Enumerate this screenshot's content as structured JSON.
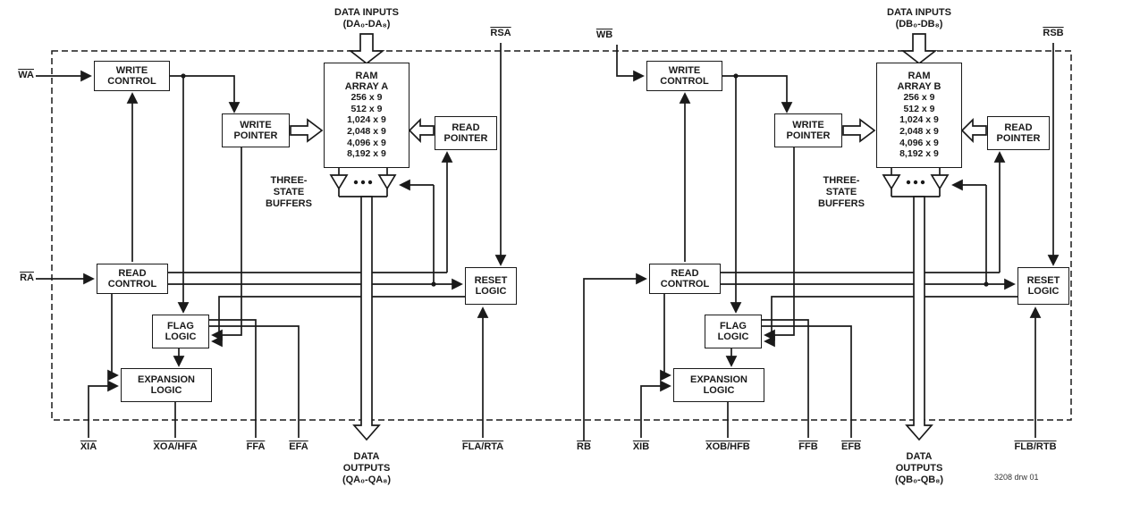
{
  "drawing_number": "3208 drw 01",
  "colors": {
    "ink": "#1a1a1a",
    "background": "#ffffff"
  },
  "halves": [
    {
      "suffix": "A",
      "signals": {
        "write": "WA",
        "read": "RA",
        "reset": "RSA",
        "expansion_in": "XIA",
        "expansion_out": "XOA/HFA",
        "full_flag": "FFA",
        "empty_flag": "EFA",
        "flag_retransmit": "FLA/RTA"
      },
      "data_inputs": [
        "DATA INPUTS",
        "(DA₀-DA₈)"
      ],
      "data_outputs": [
        "DATA",
        "OUTPUTS",
        "(QA₀-QA₈)"
      ],
      "blocks": {
        "write_control": [
          "WRITE",
          "CONTROL"
        ],
        "write_pointer": [
          "WRITE",
          "POINTER"
        ],
        "read_pointer": [
          "READ",
          "POINTER"
        ],
        "read_control": [
          "READ",
          "CONTROL"
        ],
        "reset_logic": [
          "RESET",
          "LOGIC"
        ],
        "flag_logic": [
          "FLAG",
          "LOGIC"
        ],
        "expansion_logic": [
          "EXPANSION",
          "LOGIC"
        ],
        "three_state_buffers": [
          "THREE-",
          "STATE",
          "BUFFERS"
        ],
        "ram": {
          "title": [
            "RAM",
            "ARRAY A"
          ],
          "sizes": [
            "256 x 9",
            "512 x 9",
            "1,024 x 9",
            "2,048 x 9",
            "4,096 x 9",
            "8,192 x 9"
          ]
        }
      }
    },
    {
      "suffix": "B",
      "signals": {
        "write": "WB",
        "read": "RB",
        "reset": "RSB",
        "expansion_in": "XIB",
        "expansion_out": "XOB/HFB",
        "full_flag": "FFB",
        "empty_flag": "EFB",
        "flag_retransmit": "FLB/RTB"
      },
      "data_inputs": [
        "DATA INPUTS",
        "(DB₀-DB₈)"
      ],
      "data_outputs": [
        "DATA",
        "OUTPUTS",
        "(QB₀-QB₈)"
      ],
      "blocks": {
        "write_control": [
          "WRITE",
          "CONTROL"
        ],
        "write_pointer": [
          "WRITE",
          "POINTER"
        ],
        "read_pointer": [
          "READ",
          "POINTER"
        ],
        "read_control": [
          "READ",
          "CONTROL"
        ],
        "reset_logic": [
          "RESET",
          "LOGIC"
        ],
        "flag_logic": [
          "FLAG",
          "LOGIC"
        ],
        "expansion_logic": [
          "EXPANSION",
          "LOGIC"
        ],
        "three_state_buffers": [
          "THREE-",
          "STATE",
          "BUFFERS"
        ],
        "ram": {
          "title": [
            "RAM",
            "ARRAY B"
          ],
          "sizes": [
            "256 x 9",
            "512 x 9",
            "1,024 x 9",
            "2,048 x 9",
            "4,096 x 9",
            "8,192 x 9"
          ]
        }
      }
    }
  ]
}
